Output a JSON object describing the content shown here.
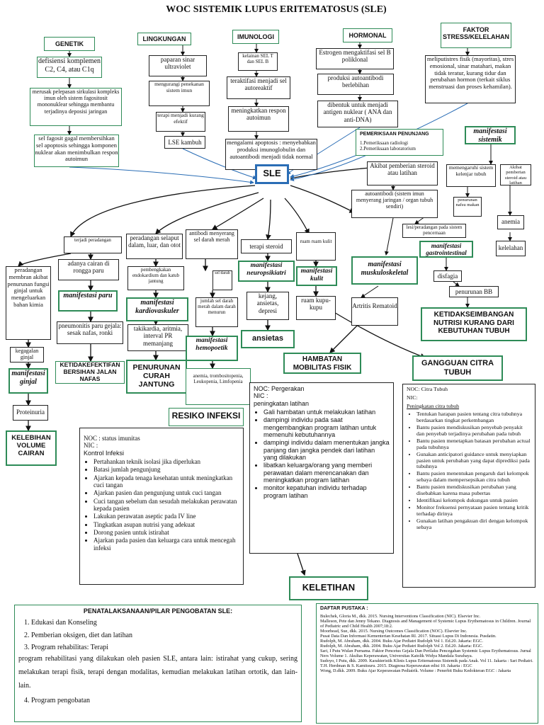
{
  "title": "WOC SISTEMIK LUPUS ERITEMATOSUS (SLE)",
  "center": "SLE",
  "categories": {
    "genetik": "GENETIK",
    "lingkungan": "LINGKUNGAN",
    "imunologi": "IMUNOLOGI",
    "hormonal": "HORMONAL",
    "stres": "FAKTOR STRESS/KELELAHAN"
  },
  "genetik": {
    "n1": "defisiensi komplemen C2, C4, atau C1q",
    "n2": "merusak pelepasan sirkulasi kompleks imun oleh sistem fagositosit mononuklear sehingga membantu terjadinya deposisi jaringan",
    "n3": "sel fagosit gagal membersihkan sel apoptosis sehingga komponen nuklear akan menimbulkan respon autoimun"
  },
  "lingkungan": {
    "n1": "paparan sinar ultraviolet",
    "n2": "mengurangi penekanan sistem imun",
    "n3": "terapi menjadi kurang efektif",
    "n4": "LSE kambuh"
  },
  "imunologi": {
    "n1": "kelainan SEL T dan SEL B",
    "n2": "teraktifasi menjadi sel autoreaktif",
    "n3": "meningkatkan respon autoimun",
    "n4": "mengalami apoptosis : menyebabkan produksi imunoglobulin dan autoantibodi menjadi tidak normal"
  },
  "hormonal": {
    "n1": "Estrogen mengaktifasi sel B poliklonal",
    "n2": "produksi autoantibodi berlebihan",
    "n3": "dibentuk untuk menjadi antigen nuklear ( ANA dan anti-DNA)"
  },
  "stres": {
    "n1": "meliputistres fisik (mayoritas), stres emosional, sinar matahari, makan tidak teratur, kurang tidur dan perubahan hormon (terkait siklus menstruasi dan proses kehamilan)."
  },
  "penunjang": {
    "title": "PEMERIKSAAN PENUNJANG",
    "items": [
      "1.Pemeriksaan radiologi",
      "2.Pemeriksaan laboratorium"
    ]
  },
  "sistemik": {
    "title": "manifestasi sistemik",
    "n1": "memengaruhi sistem kelenjar tubuh",
    "n2": "Akibat pemberian steroid atau latihan",
    "n3": "penurunan nafsu makan",
    "n4": "anemia",
    "n5": "kelelahan"
  },
  "right_mid": {
    "n1": "Akibat pemberian steroid atau latihan",
    "n2": "autoantibodi (sistem imun menyerang jaringan / organ tubuh sendiri)",
    "n3": "lesi/peradangan pada sistem pencernaan",
    "n4": "manifestasi gastrointestinal",
    "n5": "disfagia",
    "n6": "penurunan BB",
    "n7": "manifestasi muskuloskeletal",
    "n8": "Artritis Rematoid"
  },
  "nutrisi": "KETIDAKSEIMBANGAN NUTRISI KURANG DARI KEBUTUHAN TUBUH",
  "left": {
    "n1": "terjadi peradangan",
    "n2": "peradangan membran akibat penurunan fungsi ginjal untuk mengeluarkan bahan kimia",
    "n3": "kegagalan ginjal",
    "n4": "manifestasi ginjal",
    "n5": "Proteinuria",
    "n6": "KELEBIHAN VOLUME CAIRAN",
    "n7": "adanya cairan di rongga paru",
    "n8": "manifestasi paru",
    "n9": "pneumonitis paru gejala: sesak nafas, ronki",
    "n10": "KETIDAKEFEKTIFAN BERSIHAN JALAN NAFAS"
  },
  "kardio": {
    "n1": "peradangan selaput dalam, luar, dan otot",
    "n2": "pembengkakan endokardium dan katub jantung",
    "n3": "manifestasi kardiovaskuler",
    "n4": "takikardia, aritmia, interval PR memanjang",
    "n5": "PENURUNAN CURAH JANTUNG"
  },
  "hemo": {
    "n1": "antibodi menyerang sel darah merah",
    "n2": "sel darah",
    "n3": "jumlah sel darah merah dalam darah menurun",
    "n4": "manifestasi hemopoetik",
    "n5": "anemia, trombositopenia, Leukopenia, Limfopenia"
  },
  "neuro": {
    "n1": "terapi steroid",
    "n2": "manifestasi neuropsikiatri",
    "n3": "kejang, ansietas, depresi",
    "n4": "ansietas"
  },
  "kulit": {
    "n1": "ruam ruam kulit",
    "n2": "manifestasi kulit",
    "n3": "ruam kupu-kupu"
  },
  "mobilitas": {
    "title": "HAMBATAN MOBILITAS FISIK",
    "noc": "NOC: Pergerakan",
    "nic": "NIC :",
    "nic_sub": "peningkatan latihan",
    "items": [
      "Gali hambatan untuk melakukan latihan",
      "dampingi individu pada saat mengembangkan program latihan untuk memenuhi kebutuhannya",
      "dampingi individu dalam menentukan jangka panjang dan jangka pendek dari latihan yang dilakukan",
      "libatkan keluarga/orang yang memberi perawatan dalam merencanakan dan meningkatkan program latihan",
      "monitor kepatuhan individu terhadap program latihan"
    ]
  },
  "citra": {
    "title": "GANGGUAN CITRA TUBUH",
    "noc": "NOC: Citra Tubuh",
    "nic": "NIC:",
    "nic_sub": "Peningkatan citra tubuh",
    "items": [
      "Tentukan harapan pasien tentang citra tubuhnya berdasarkan tingkat perkembangan",
      "Bantu pasien mendiskusikan penyebab penyakit dan penyebab terjadinya perubahan pada tubuh",
      "Bantu pasien menetapkan batasan perubahan actual pada tubuhnya",
      "Gunakan anticipatori guidance untuk menyiapkan pasien untuk perubahan yang dapat diprediksi pada tubuhnya",
      "Bantu pasien menentukan pengaruh dari kelompok sebaya dalam mempersepsikan citra tubuh",
      "Bantu pasien mendiskusikan perubahan yang disebabkan karena masa pubertas",
      "Identifikasi kelompok dukungan untuk pasien",
      "Monitor frekuensi pernyataan pasien tentang kritik terhadap dirinya",
      "Gunakan latihan pengakuan diri dengan kelompok sebaya"
    ]
  },
  "infeksi": {
    "title": "RESIKO INFEKSI",
    "noc": "NOC : status imunitas",
    "nic": "NIC :",
    "nic_sub": "Kontrol Infeksi",
    "items": [
      "Pertahankan teknik isolasi jika diperlukan",
      "Batasi jumlah pengunjung",
      "Ajarkan kepada tenaga kesehatan untuk meningkatkan cuci tangan",
      "Ajarkan pasien dan pengunjung untuk cuci tangan",
      "Cuci tangan sebelum dan sesudah melakukan perawatan kepada pasien",
      "Lakukan perawatan aseptic pada IV line",
      "Tingkatkan asupan nutrisi yang adekuat",
      "Dorong pasien untuk istirahat",
      "Ajarkan pada pasien dan keluarga cara untuk mencegah infeksi"
    ]
  },
  "keletihan": "KELETIHAN",
  "penatalaksanaan": {
    "title": "PENATALAKSANAAN/PILAR PENGOBATAN SLE:",
    "items": [
      "Edukasi dan Konseling",
      "Pemberian oksigen, diet dan latihan",
      "Program rehabilitas: Terapi",
      "Program pengobatan"
    ],
    "rehab_text": "program rehabilitasi yang dilakukan oleh pasien SLE, antara lain: istirahat yang cukup, sering melakukan terapi fisik, terapi dengan modalitas, kemudian melakukan latihan ortotik, dan lain-lain."
  },
  "pustaka": {
    "title": "DAFTAR PUSTAKA :",
    "items": [
      "Bulechek, Gloria M., dkk. 2015. Nursing Interventions Classification (NIC). Elsevier Inc.",
      "Malleson, Pete dan Jenny Tekano. Diagnosis and Management of Systemic Lupus Erythematosus in Children. Journal of Pediatric and Child Health 2007;18:2.",
      "Moorhead, Sue, dkk. 2015. Nursing Outcomes Classification (NOC). Elsevier Inc.",
      "Pusat Data Dan Informasi Kementerian Kesehatan RI. 2017. Situasi Lupus Di Indonesia. Pusdatin.",
      "Rudolph, M. Abraham, dkk. 2004. Buku Ajar Pediatri Rudolph Vol 1. Ed.20. Jakarta: EGC.",
      "Rudolph, M. Abraham, dkk. 2004. Buku Ajar Pediatri Rudolph Vol 2. Ed.20. Jakarta: EGC.",
      "Sari, I Putu Wulan Purnama. Faktor Pencetus Gejala Dan Perilaku Pencegahan Systemic Lupus Erythematosus. Jurnal Ners Volume 1. Akultas Keperawatan, Universitas Katolik Widya Mandala Surabaya.",
      "Sudoyo, I Putu, dkk. 2009. Karakteristik Klinis Lupus Eritematosus Sistemik pada Anak. Vol 11. Jakarta : Sari Pediatri.",
      "T.H. Herdman & S. Kamitsuru. 2015. Diagnosa Keperawatan edisi 10. Jakarta : EGC",
      "Wong, D.dkk. 2009. Buku Ajar Keperawatan Pediatrik. Volume : Penerbit Buku Kedokteran EGC : Jakarta"
    ]
  }
}
